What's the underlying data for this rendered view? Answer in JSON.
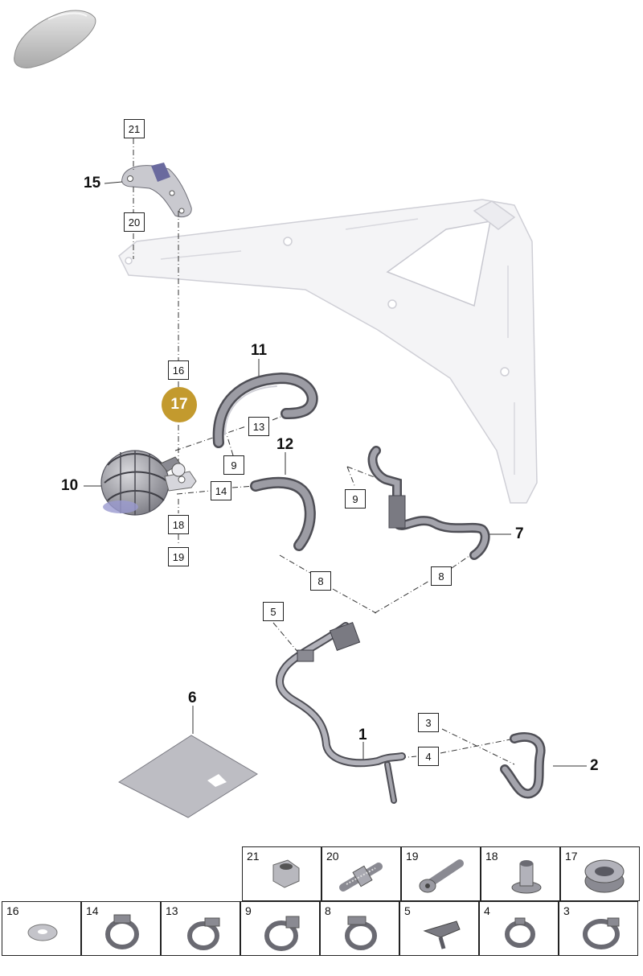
{
  "callouts": {
    "c1": "1",
    "c2": "2",
    "c3": "3",
    "c4": "4",
    "c5": "5",
    "c6": "6",
    "c7": "7",
    "c8a": "8",
    "c8b": "8",
    "c9a": "9",
    "c9b": "9",
    "c10": "10",
    "c11": "11",
    "c12": "12",
    "c13": "13",
    "c14": "14",
    "c15": "15",
    "c16": "16",
    "c17": "17",
    "c18": "18",
    "c19": "19",
    "c20": "20",
    "c21": "21"
  },
  "highlight_color": "#c39a2e",
  "parts_legend": {
    "top_row": [
      "21",
      "20",
      "19",
      "18",
      "17"
    ],
    "bottom_row": [
      "16",
      "14",
      "13",
      "9",
      "8",
      "5",
      "4",
      "3"
    ],
    "icons": {
      "21": "hex-nut-icon",
      "20": "stud-bolt-icon",
      "19": "screw-icon",
      "18": "spacer-sleeve-icon",
      "17": "grommet-icon",
      "16": "washer-icon",
      "14": "hose-clamp-icon",
      "13": "hose-clamp-icon",
      "9": "hose-clamp-icon",
      "8": "hose-clamp-icon",
      "5": "hose-connector-icon",
      "4": "hose-clamp-icon",
      "3": "hose-clamp-icon"
    }
  }
}
